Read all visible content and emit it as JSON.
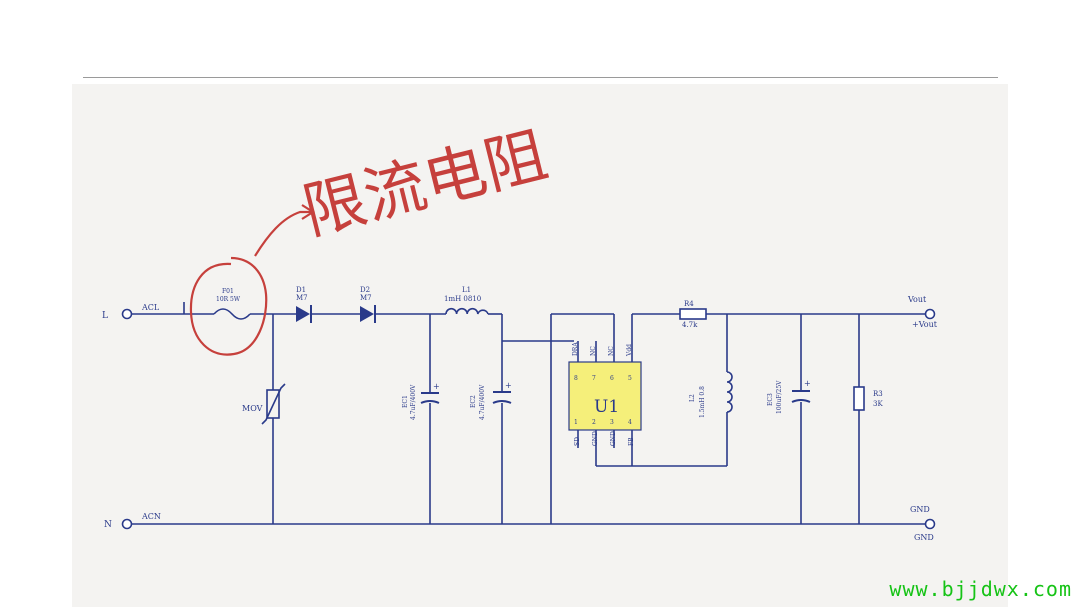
{
  "annotation": "限流电阻",
  "watermark": "www.bjjdwx.com",
  "terminals": {
    "L": "L",
    "N": "N",
    "ACL": "ACL",
    "ACN": "ACN",
    "vout": "Vout",
    "vout_alt": "+Vout",
    "gnd": "GND",
    "gnd_alt": "GND"
  },
  "components": {
    "fuse_ref": "F01",
    "fuse_val": "10R 5W",
    "d1_ref": "D1",
    "d1_val": "M7",
    "d2_ref": "D2",
    "d2_val": "M7",
    "l1_ref": "L1",
    "l1_val": "1mH 0810",
    "mov": "MOV",
    "ec1_ref": "EC1",
    "ec1_val": "4.7uF/400V",
    "ec2_ref": "EC2",
    "ec2_val": "4.7uF/400V",
    "r4_ref": "R4",
    "r4_val": "4.7k",
    "l2_ref": "L2",
    "l2_val": "1.5mH 0.8",
    "ec3_ref": "EC3",
    "ec3_val": "100uF/25V",
    "r3_ref": "R3",
    "r3_val": "3K"
  },
  "ic": {
    "pin_top": [
      "DRA",
      "NC",
      "NC",
      "Vdd"
    ],
    "pin_num_top": [
      "8",
      "7",
      "6",
      "5"
    ],
    "pin_bottom": [
      "SD",
      "GND",
      "GND",
      "FB"
    ],
    "pin_num_bottom": [
      "1",
      "2",
      "3",
      "4"
    ],
    "body": "U1"
  },
  "colors": {
    "wire": "#2a3a8a",
    "annotation": "#c6403c",
    "ic_fill": "#f5ef7a",
    "watermark": "#16c316"
  }
}
